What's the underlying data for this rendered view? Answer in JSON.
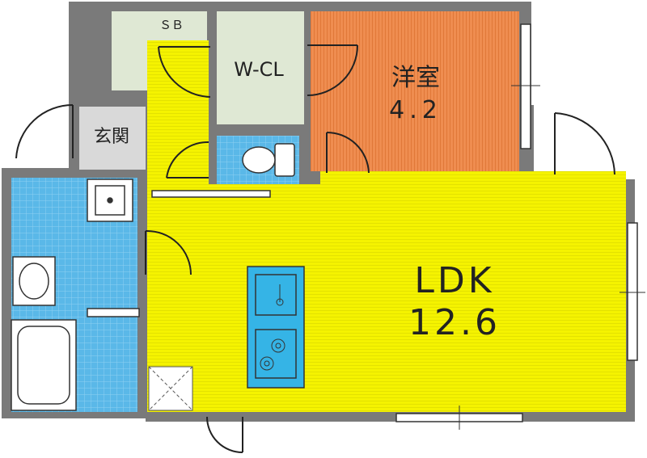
{
  "rooms": {
    "sb": "ＳＢ",
    "wcl": "W-CL",
    "western_name": "洋室",
    "western_size": "4.2",
    "entrance": "玄関",
    "ldk_name": "LDK",
    "ldk_size": "12.6"
  },
  "colors": {
    "wall": "#7a7a7a",
    "ldk_floor": "#f2f200",
    "western_floor": "#ef8c4c",
    "tile_floor": "#55b4e6",
    "storage_floor": "#dfe8d4",
    "entrance_floor": "#d9d9d9",
    "kitchen": "#35b4e6"
  }
}
